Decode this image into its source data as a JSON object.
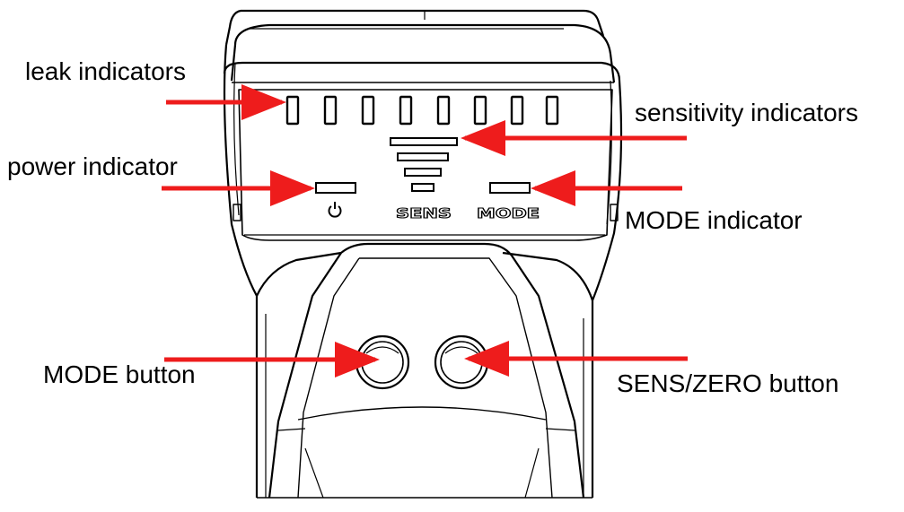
{
  "callouts": {
    "leak_indicators": "leak indicators",
    "sensitivity_indicators": "sensitivity indicators",
    "power_indicator": "power indicator",
    "mode_indicator": "MODE indicator",
    "mode_button": "MODE button",
    "sens_zero_button": "SENS/ZERO button"
  },
  "panel_labels": {
    "power_symbol": "⏻",
    "sens": "SENS",
    "mode": "MODE"
  },
  "colors": {
    "arrow": "#ee1c1c",
    "outline": "#000000",
    "background": "#ffffff"
  }
}
